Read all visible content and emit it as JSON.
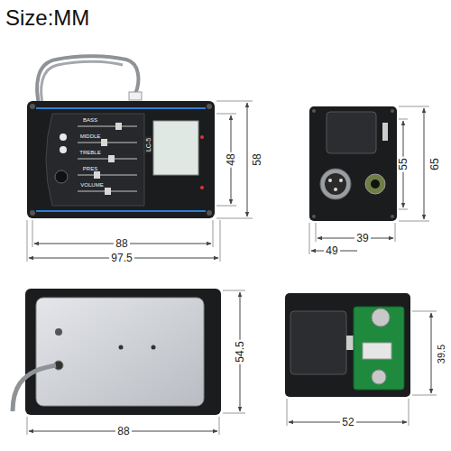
{
  "diagram": {
    "title": "Size:MM",
    "labels": [
      "BASS",
      "MIDDLE",
      "TREBLE",
      "PRES",
      "VOLUME",
      "LC-5",
      "58",
      "48",
      "88",
      "97.5",
      "65",
      "55",
      "39",
      "49",
      "54.5",
      "88",
      "52",
      "39.5"
    ]
  }
}
